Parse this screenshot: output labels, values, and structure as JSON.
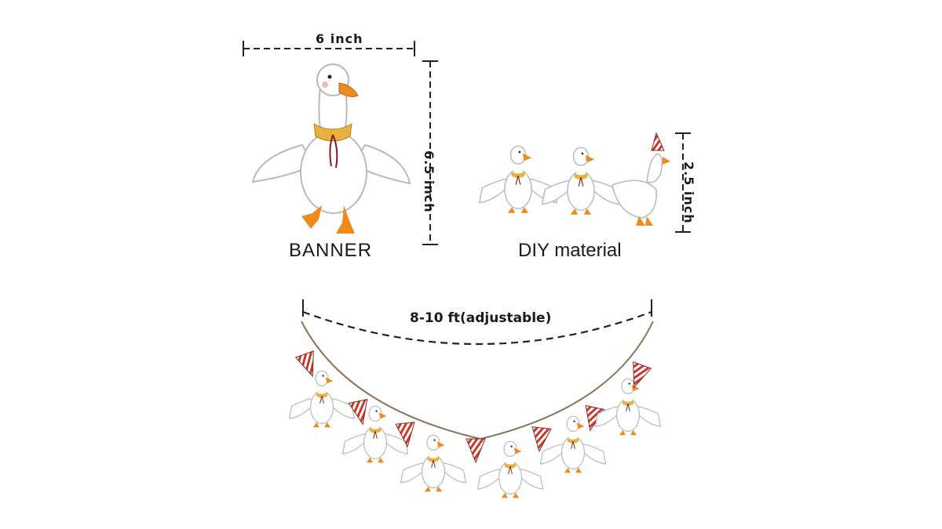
{
  "dimensions": {
    "banner_width": "6 inch",
    "banner_height": "6.5 inch",
    "diy_height": "2.5 inch",
    "garland_length": "8-10 ft(adjustable)"
  },
  "labels": {
    "banner": "BANNER",
    "diy": "DIY material"
  },
  "colors": {
    "goose_body": "#ffffff",
    "goose_outline": "#b9b9b9",
    "beak": "#f08a1c",
    "collar_yellow": "#e9b13c",
    "collar_pattern": "#c9a27a",
    "ribbon": "#7a1f1f",
    "pennant_red": "#c8382b",
    "string": "#8a7355",
    "dash": "#222222"
  },
  "icons": [
    "goose-illustration",
    "party-hat-icon",
    "pennant-flag-icon"
  ]
}
